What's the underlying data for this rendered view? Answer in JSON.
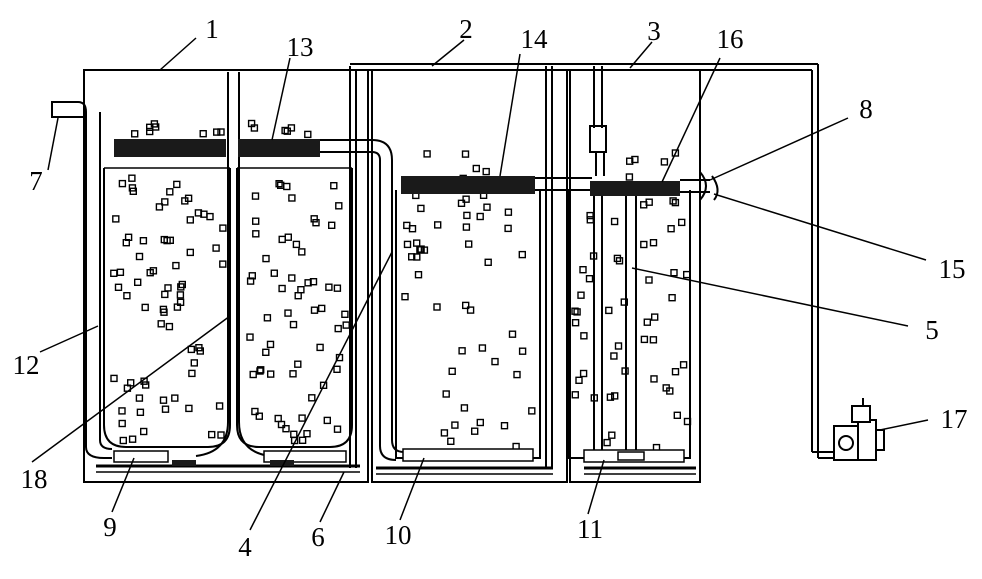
{
  "diagram": {
    "labels": [
      "1",
      "2",
      "3",
      "4",
      "5",
      "6",
      "7",
      "8",
      "9",
      "10",
      "11",
      "12",
      "13",
      "14",
      "15",
      "16",
      "17",
      "18"
    ]
  },
  "colors": {
    "line": "#000000",
    "background": "#ffffff",
    "media_block": "#1a1a1a"
  }
}
